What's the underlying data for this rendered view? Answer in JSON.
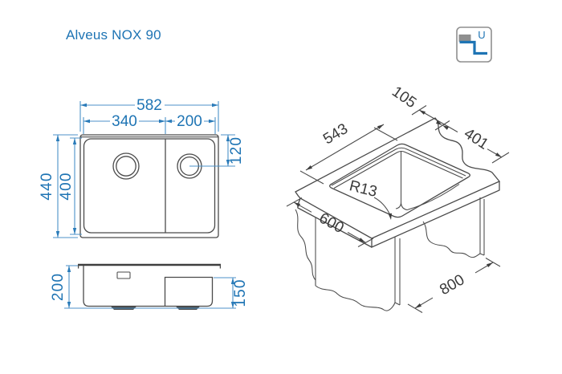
{
  "title": "Alveus NOX 90",
  "colors": {
    "accent": "#1e74b4",
    "drawing_line": "#4a4a4a",
    "dimension_line": "#4c92c8",
    "icon_gray": "#8f8f8f"
  },
  "mount_icon": {
    "label": "U"
  },
  "views": {
    "top": {
      "dims": {
        "outer_width": "582",
        "left_bowl_width": "340",
        "right_bowl_width": "200",
        "drain_offset": "120",
        "outer_depth": "440",
        "inner_depth": "400"
      }
    },
    "front": {
      "dims": {
        "left_bowl_depth": "200",
        "right_bowl_depth": "150"
      }
    },
    "iso": {
      "dims": {
        "back_offset": "105",
        "cutout_width": "401",
        "cutout_length": "543",
        "corner_radius": "R13",
        "counter_depth": "600",
        "cabinet_width": "800"
      }
    }
  }
}
